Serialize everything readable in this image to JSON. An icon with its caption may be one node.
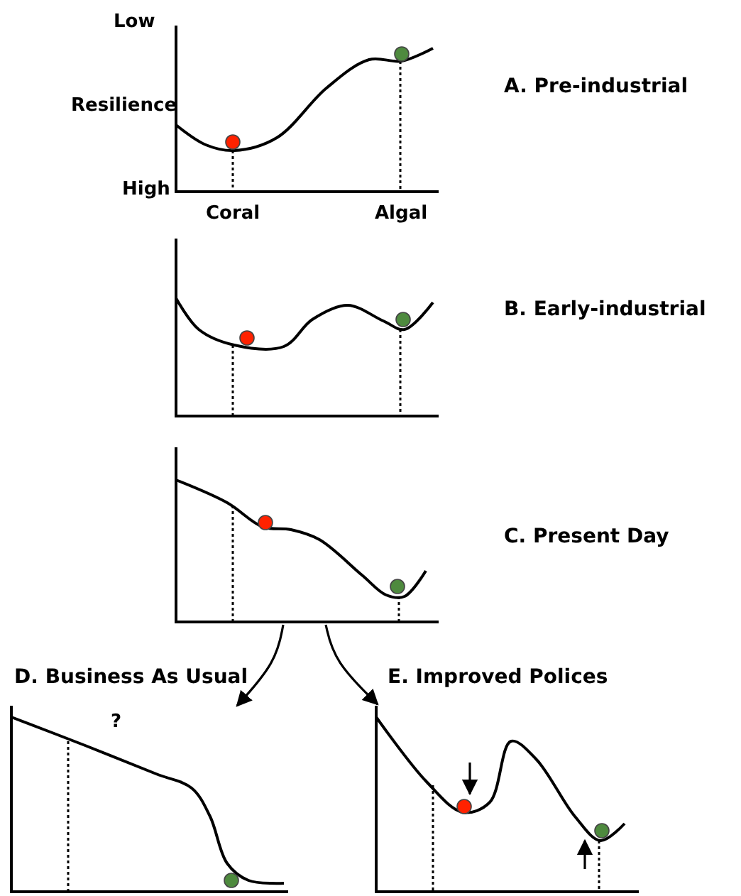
{
  "diagram": {
    "nodes": [
      {
        "text": [
          "A.  Pre-industrial"
        ]
      },
      {
        "text": [
          "B.  Early-industrial"
        ]
      },
      {
        "text": [
          "C.  Present Day"
        ]
      },
      {
        "text": [
          "D.  Business As Usual"
        ]
      },
      {
        "text": [
          "E.  Improved Polices"
        ]
      }
    ],
    "edges": [
      {
        "from": 2,
        "to": 3,
        "arrow": "to"
      },
      {
        "from": 2,
        "to": 4,
        "arrow": "to"
      }
    ],
    "labels": [
      "Low",
      "Resilience",
      "High",
      "Coral",
      "Algal",
      "?"
    ]
  }
}
